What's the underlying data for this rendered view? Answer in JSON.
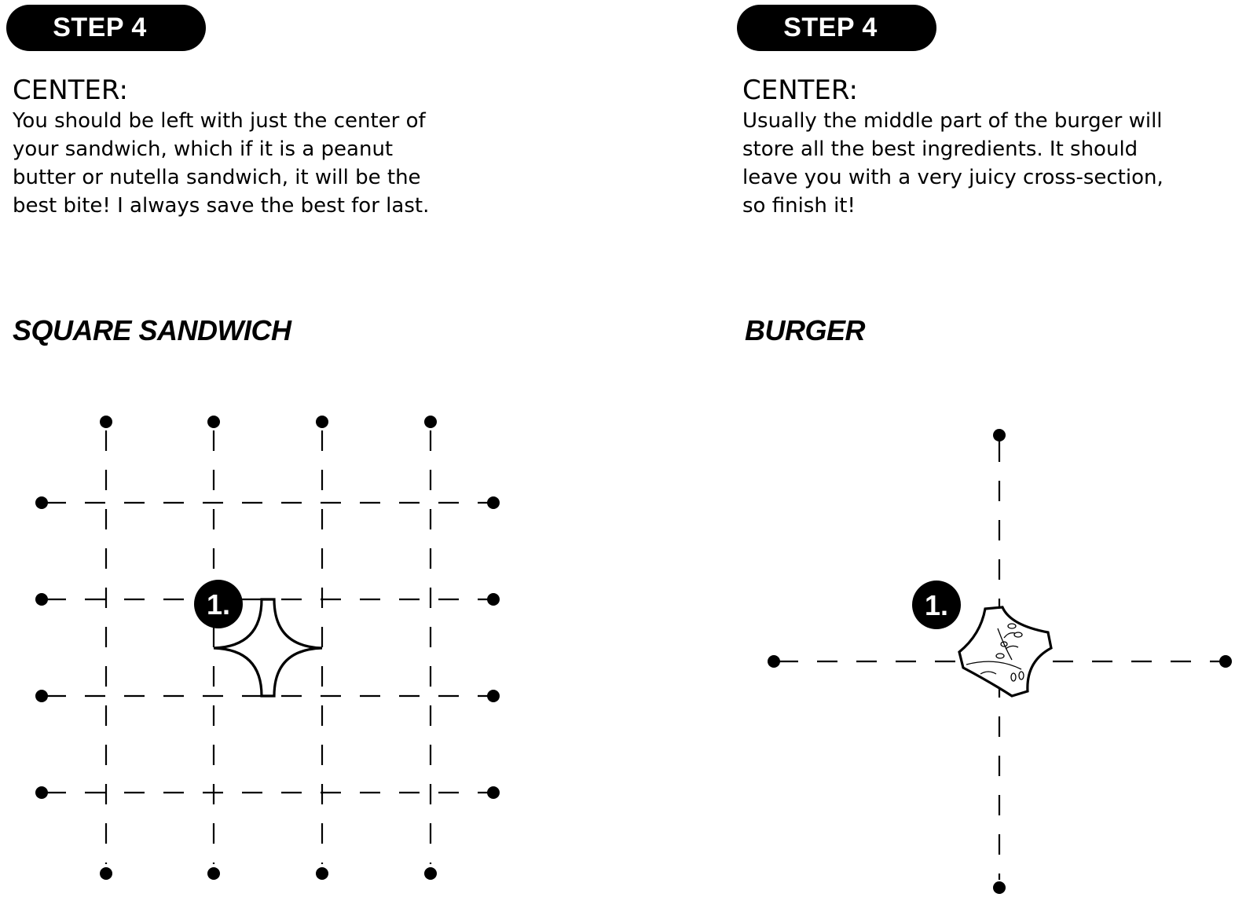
{
  "left_panel": {
    "step_label": "STEP 4",
    "section_title": "CENTER:",
    "description": "You should be left with just the center of\nyour sandwich, which if it is a peanut\nbutter or nutella sandwich, it will be the\nbest bite! I always save the best for last.",
    "diagram_heading": "SQUARE SANDWICH",
    "bite_number": "1."
  },
  "right_panel": {
    "step_label": "STEP 4",
    "section_title": "CENTER:",
    "description": "Usually the middle part of the burger will\nstore all the best ingredients. It should\nleave you with a very juicy cross-section,\nso finish it!",
    "diagram_heading": "BURGER",
    "bite_number": "1."
  }
}
